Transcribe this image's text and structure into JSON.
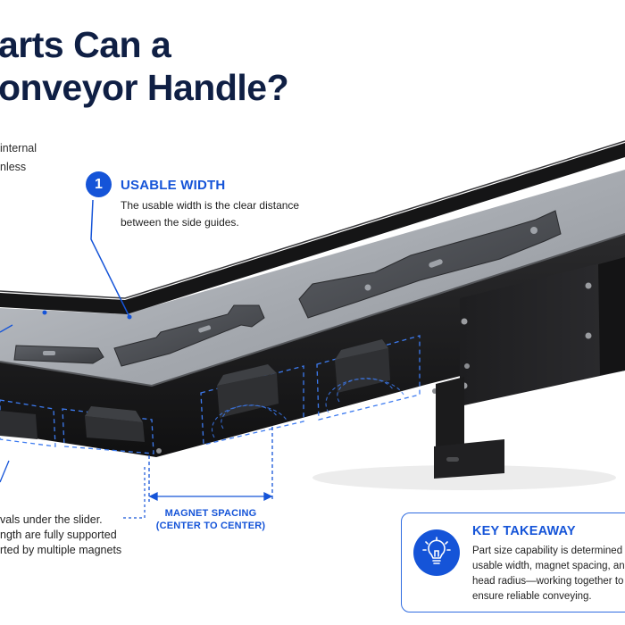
{
  "title_lines": [
    "arts Can a",
    "onveyor Handle?"
  ],
  "intro_lines": [
    "internal",
    "nless"
  ],
  "callout": {
    "number": "1",
    "title": "USABLE WIDTH",
    "description_lines": [
      "The usable width is the clear distance",
      "between the side guides."
    ]
  },
  "magnet_spacing_lines": [
    "MAGNET SPACING",
    "(CENTER TO CENTER)"
  ],
  "bottom_notes": [
    "vals under the slider.",
    "ngth are fully supported",
    "rted by multiple magnets"
  ],
  "takeaway": {
    "icon": "lightbulb-icon",
    "title": "KEY TAKEAWAY",
    "lines": [
      "Part size capability is determined by",
      "usable width, magnet spacing, and",
      "head radius—working together to",
      "ensure reliable conveying."
    ]
  },
  "colors": {
    "accent_blue": "#1554d8",
    "title_navy": "#0f1f44",
    "conveyor_frame": "#1c1c1c",
    "conveyor_belt": "#a9adb3",
    "parts_steel": "#4a4d52"
  }
}
